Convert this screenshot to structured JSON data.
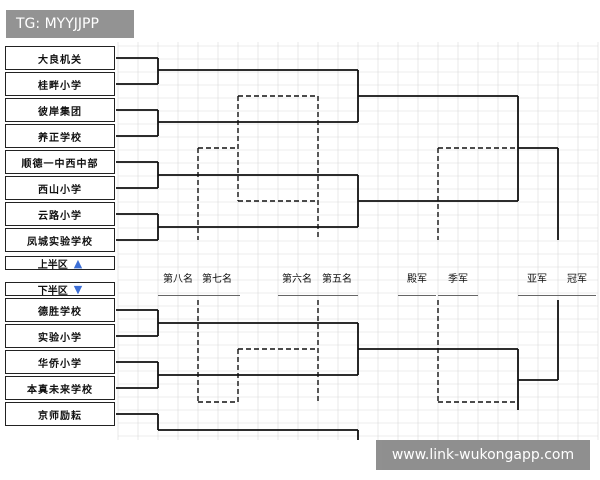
{
  "overlay_tag": "TG: MYYJJPP",
  "watermark": "www.link-wukongapp.com",
  "upper_half": {
    "label": "上半区",
    "arrow": "up-arrow-icon"
  },
  "lower_half": {
    "label": "下半区",
    "arrow": "down-arrow-icon"
  },
  "teams_upper": [
    "大良机关",
    "桂畔小学",
    "彼岸集团",
    "养正学校",
    "顺德一中西中部",
    "西山小学",
    "云路小学",
    "凤城实验学校"
  ],
  "teams_lower": [
    "德胜学校",
    "实验小学",
    "华侨小学",
    "本真未来学校",
    "京师励耘"
  ],
  "ranks": [
    "第八名",
    "第七名",
    "第六名",
    "第五名",
    "殿军",
    "季军",
    "亚军",
    "冠军"
  ],
  "colors": {
    "line": "#111111",
    "grid": "#d9d9d9",
    "arrow": "#3d6fd6"
  }
}
